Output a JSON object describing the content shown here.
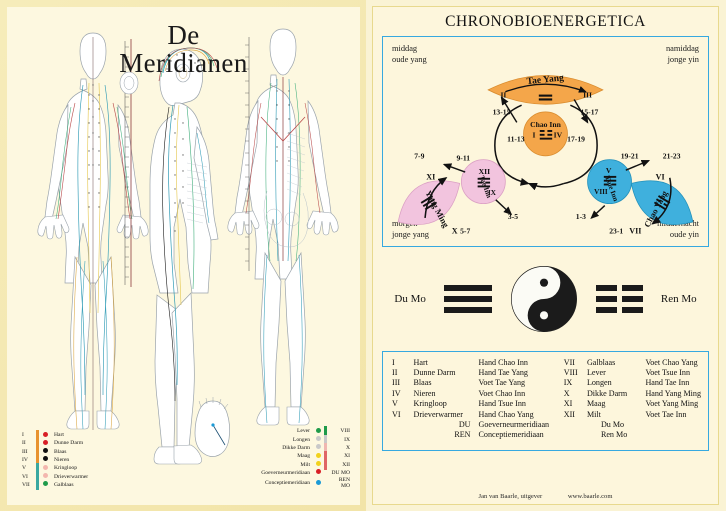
{
  "left": {
    "title_line1": "De",
    "title_line2": "Meridianen",
    "legend_left": [
      {
        "num": "I",
        "label": "Hart",
        "dot": "#d81f26",
        "bar": "#e8922e"
      },
      {
        "num": "II",
        "label": "Dunne Darm",
        "dot": "#d81f26",
        "bar": "#e8922e"
      },
      {
        "num": "III",
        "label": "Blaas",
        "dot": "#111111",
        "bar": "#e8922e"
      },
      {
        "num": "IV",
        "label": "Nieren",
        "dot": "#111111",
        "bar": "#e8922e"
      },
      {
        "num": "V",
        "label": "Kringloop",
        "dot": "#f3b7ae",
        "bar": "#3aa8a0"
      },
      {
        "num": "VI",
        "label": "Drieverwarmer",
        "dot": "#f3b7ae",
        "bar": "#3aa8a0"
      },
      {
        "num": "VII",
        "label": "Galblaas",
        "dot": "#1f9b4a",
        "bar": "#3aa8a0"
      }
    ],
    "legend_right": [
      {
        "label": "Lever",
        "dot": "#1f9b4a",
        "bar": "#1f9b4a",
        "num": "VIII"
      },
      {
        "label": "Longen",
        "dot": "#c9c9c9",
        "bar": "#c9c9c9",
        "num": "IX"
      },
      {
        "label": "Dikke Darm",
        "dot": "#c9c9c9",
        "bar": "#f0b7b0",
        "num": "X"
      },
      {
        "label": "Maag",
        "dot": "#f2d21c",
        "bar": "#e06666",
        "num": "XI"
      },
      {
        "label": "Milt",
        "dot": "#f2d21c",
        "bar": "#e06666",
        "num": "XII"
      },
      {
        "label": "Goeverneurmeridiaan",
        "dot": "#d81f26",
        "bar": "",
        "num": "DU MO"
      },
      {
        "label": "Conceptiemeridiaan",
        "dot": "#1b9ad6",
        "bar": "",
        "num": "REN MO"
      }
    ]
  },
  "right": {
    "title": "CHRONOBIOENERGETICA",
    "corners": {
      "top_left": "middag\noude yang",
      "top_right": "namiddag\njonge yin",
      "bottom_left": "morgen\njonge yang",
      "bottom_right": "middernacht\noude yin"
    },
    "corner_tl_1": "middag",
    "corner_tl_2": "oude yang",
    "corner_tr_1": "namiddag",
    "corner_tr_2": "jonge yin",
    "corner_bl_1": "morgen",
    "corner_bl_2": "jonge yang",
    "corner_br_1": "middernacht",
    "corner_br_2": "oude yin",
    "cycle": {
      "tae_yang": {
        "name": "Tae Yang",
        "left_roman": "II",
        "right_roman": "III",
        "left_time": "13-15",
        "right_time": "15-17",
        "color": "#f4a64a"
      },
      "chao_inn": {
        "name": "Chao Inn",
        "left_roman": "I",
        "right_roman": "IV",
        "left_time": "11-13",
        "right_time": "17-19",
        "color": "#f4a64a"
      },
      "tae_inn": {
        "name": "Tae Inn",
        "top_roman": "XII",
        "bottom_roman": "IX",
        "left_time": "9-11",
        "right_time": "3-5",
        "color": "#f2c4de"
      },
      "yang_ming": {
        "name": "Yang Ming",
        "top_roman": "XI",
        "bottom_roman": "X",
        "top_time": "7-9",
        "bottom_time": "5-7",
        "color": "#f2c4de"
      },
      "tsue_inn": {
        "name": "Tsue Inn",
        "top_roman": "V",
        "bottom_roman": "VIII",
        "left_time": "19-21",
        "right_time": "1-3",
        "color": "#3fb0dd"
      },
      "chao_yang": {
        "name": "Chao Yang",
        "top_roman": "VI",
        "bottom_roman": "VII",
        "top_time": "21-23",
        "bottom_time": "23-1",
        "color": "#3fb0dd"
      }
    },
    "yinyang": {
      "du_label": "Du Mo",
      "ren_label": "Ren Mo"
    },
    "table": {
      "left_rows": [
        {
          "num": "I",
          "organ": "Hart",
          "meridian": "Hand Chao Inn"
        },
        {
          "num": "II",
          "organ": "Dunne Darm",
          "meridian": "Hand  Tae Yang"
        },
        {
          "num": "III",
          "organ": "Blaas",
          "meridian": "Voet Tae Yang"
        },
        {
          "num": "IV",
          "organ": "Nieren",
          "meridian": "Voet Chao Inn"
        },
        {
          "num": "V",
          "organ": "Kringloop",
          "meridian": "Hand  Tsue Inn"
        },
        {
          "num": "VI",
          "organ": "Drieverwarmer",
          "meridian": "Hand Chao Yang"
        }
      ],
      "right_rows": [
        {
          "num": "VII",
          "organ": "Galblaas",
          "meridian": "Voet Chao Yang"
        },
        {
          "num": "VIII",
          "organ": "Lever",
          "meridian": "Voet  Tsue Inn"
        },
        {
          "num": "IX",
          "organ": "Longen",
          "meridian": "Hand Tae Inn"
        },
        {
          "num": "X",
          "organ": "Dikke Darm",
          "meridian": "Hand Yang Ming"
        },
        {
          "num": "XI",
          "organ": "Maag",
          "meridian": "Voet Yang Ming"
        },
        {
          "num": "XII",
          "organ": "Milt",
          "meridian": "Voet Tae Inn"
        }
      ],
      "extra_rows": [
        {
          "code": "DU",
          "name": "Goeverneurmeridiaan",
          "short": "Du Mo"
        },
        {
          "code": "REN",
          "name": "Conceptiemeridiaan",
          "short": "Ren Mo"
        }
      ]
    },
    "footer": {
      "publisher": "Jan van Baarle, uitgever",
      "website": "www.baarle.com"
    }
  }
}
